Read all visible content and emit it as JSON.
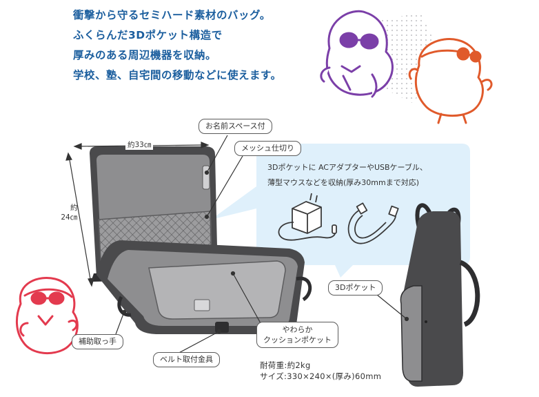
{
  "headline": [
    "衝撃から守るセミハード素材のバッグ。",
    "ふくらんだ3Dポケット構造で",
    "厚みのある周辺機器を収納。",
    "学校、塾、自宅間の移動などに使えます。"
  ],
  "callouts": {
    "name_space": "お名前スペース付",
    "mesh_divider": "メッシュ仕切り",
    "pocket_3d": "3Dポケット",
    "soft_pocket": [
      "やわらか",
      "クッションポケット"
    ],
    "aux_handle": "補助取っ手",
    "belt_fitting": "ベルト取付金具"
  },
  "dimensions": {
    "width": "約33㎝",
    "height_line1": "約",
    "height_line2": "24㎝"
  },
  "pocket_note": [
    "3Dポケットに ACアダプターやUSBケーブル、",
    "薄型マウスなどを収納(厚み30mmまで対応)"
  ],
  "specs": {
    "load": "耐荷重:約2kg",
    "size": "サイズ:330×240×(厚み)60mm"
  },
  "icons": [
    "character-purple-icon",
    "character-orange-icon",
    "character-red-icon",
    "ac-adapter-icon",
    "usb-cable-icon"
  ],
  "colors": {
    "headline": "#1b5e9e",
    "bubble": "#dff0fb",
    "bag_shell": "#4a4a4c",
    "bag_gray": "#8e8e90",
    "purple": "#7b3fa8",
    "orange": "#e05a2b",
    "red": "#e33a4e"
  }
}
